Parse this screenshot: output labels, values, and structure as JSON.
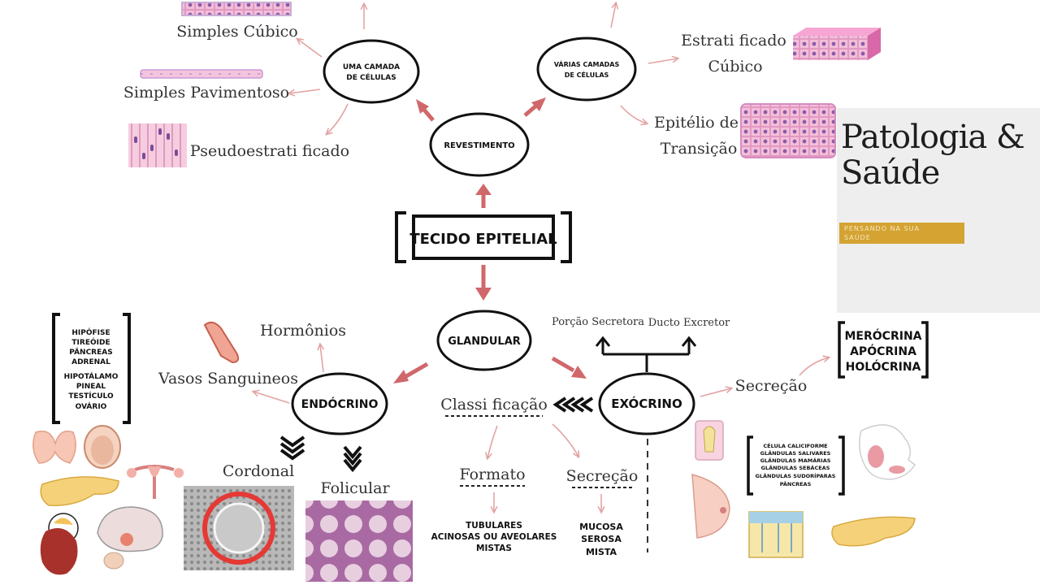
{
  "center": {
    "label": "TECIDO EPITELIAL"
  },
  "revestimento": {
    "label": "REVESTIMENTO",
    "uma_camada": {
      "label_line1": "UMA CAMADA",
      "label_line2": "DE CÉLULAS"
    },
    "varias_camadas": {
      "label_line1": "VÁRIAS CAMADAS",
      "label_line2": "DE CÉLULAS"
    },
    "simples_cubico": "Simples Cúbico",
    "simples_pavimentoso": "Simples Pavimentoso",
    "pseudoestratificado": "Pseudoestrati ficado",
    "estratificado_line1": "Estrati ficado",
    "estratificado_line2": "Cúbico",
    "transicao_line1": "Epitélio de",
    "transicao_line2": "Transição"
  },
  "glandular": {
    "label": "GLANDULAR",
    "endocrino": {
      "label": "ENDÓCRINO",
      "hormonios": "Hormônios",
      "vasos": "Vasos Sanguineos",
      "cordonal": "Cordonal",
      "folicular": "Folicular",
      "glands": [
        "HIPÓFISE",
        "TIREÓIDE",
        "PÂNCREAS",
        "ADRENAL",
        "HIPOTÁLAMO",
        "PINEAL",
        "TESTÍCULO",
        "OVÁRIO"
      ]
    },
    "exocrino": {
      "label": "EXÓCRINO",
      "porcao": "Porção Secretora",
      "ducto": "Ducto Excretor",
      "secrecao": "Secreção",
      "secretion_types": [
        "MERÓCRINA",
        "APÓCRINA",
        "HOLÓCRINA"
      ],
      "glands": [
        "CÉLULA CALICIFORME",
        "GLÂNDULAS SALIVARES",
        "GLÂNDULAS MAMÁRIAS",
        "GLÂNDULAS SEBÁCEAS",
        "GLÂNDULAS SUDORÍPARAS",
        "PÂNCREAS"
      ]
    },
    "classificacao": {
      "label": "Classi ficação",
      "formato": "Formato",
      "formato_items": [
        "TUBULARES",
        "ACINOSAS OU AVEOLARES",
        "MISTAS"
      ],
      "secrecao": "Secreção",
      "secrecao_items": [
        "MUCOSA",
        "SEROSA",
        "MISTA"
      ]
    }
  },
  "brand": {
    "title_line1": "Patologia &",
    "title_line2": "Saúde",
    "tagline_line1": "PENSANDO NA SUA",
    "tagline_line2": "SAÚDE"
  },
  "colors": {
    "arrow": "#d0686b",
    "thin_arrow": "#e3a3a3",
    "tag": "#d4a331",
    "tissue_pink": "#e9a7c9",
    "tissue_purple": "#9b6fb7"
  }
}
